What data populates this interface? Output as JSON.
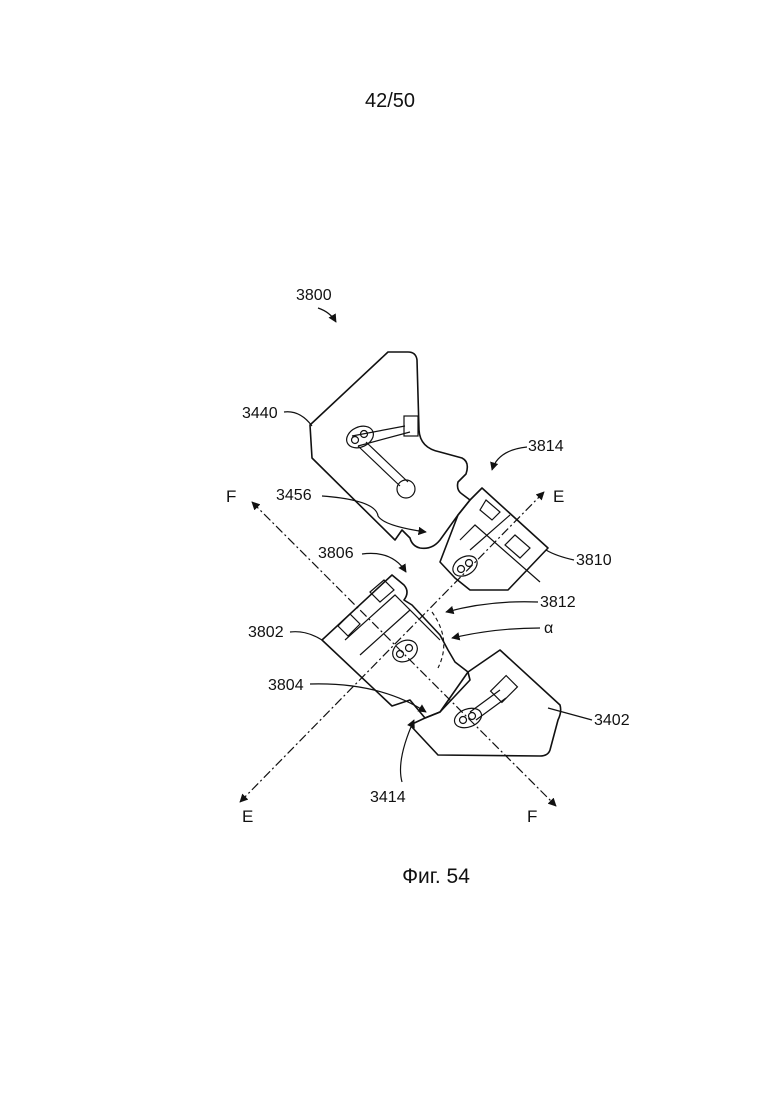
{
  "header": {
    "page_number": "42/50"
  },
  "caption": "Фиг. 54",
  "labels": {
    "assembly": "3800",
    "l3440": "3440",
    "l3814": "3814",
    "l3456": "3456",
    "l3810": "3810",
    "l3806": "3806",
    "l3812": "3812",
    "l3802": "3802",
    "alpha": "α",
    "l3804": "3804",
    "l3402": "3402",
    "l3414": "3414"
  },
  "axes": {
    "e_top": "E",
    "e_bottom": "E",
    "f_top": "F",
    "f_bottom": "F"
  }
}
